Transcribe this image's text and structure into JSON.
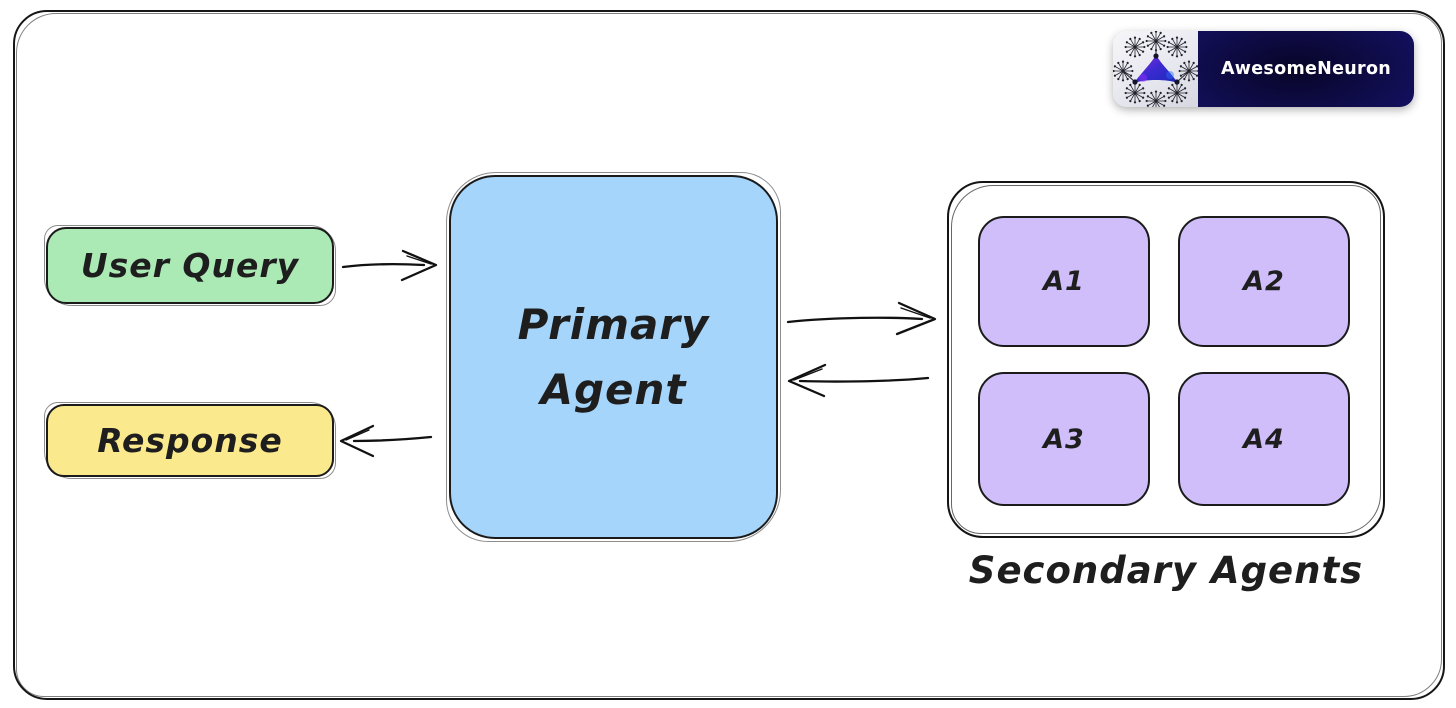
{
  "brand": {
    "name": "AwesomeNeuron",
    "icon": "neuron-network-icon",
    "banner_color": "#151165",
    "icon_bg": "#ececf2",
    "text_color": "#ffffff"
  },
  "diagram": {
    "outline_color": "#161616",
    "text_color": "#1e1e1e",
    "nodes": {
      "user_query": {
        "label": "User Query",
        "fill": "#abeab4"
      },
      "response": {
        "label": "Response",
        "fill": "#fbe98e"
      },
      "primary_agent": {
        "label": "Primary Agent",
        "fill": "#a6d5fb"
      },
      "secondary_agents": {
        "label": "Secondary Agents",
        "fill": "#ffffff",
        "agent_fill": "#d0befa",
        "agents": [
          {
            "label": "A1"
          },
          {
            "label": "A2"
          },
          {
            "label": "A3"
          },
          {
            "label": "A4"
          }
        ]
      }
    },
    "connections": [
      {
        "from": "User Query",
        "to": "Primary Agent",
        "direction": "right"
      },
      {
        "from": "Primary Agent",
        "to": "Response",
        "direction": "left"
      },
      {
        "from": "Primary Agent",
        "to": "Secondary Agents",
        "direction": "right"
      },
      {
        "from": "Secondary Agents",
        "to": "Primary Agent",
        "direction": "left"
      }
    ]
  }
}
